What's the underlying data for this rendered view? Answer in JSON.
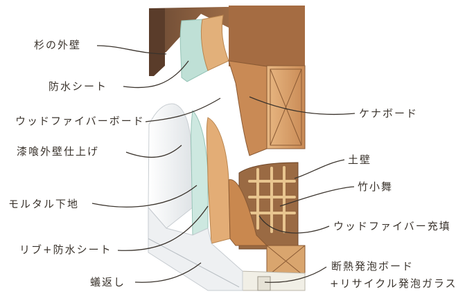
{
  "labels": {
    "cedar_exterior": "杉の外壁",
    "waterproof_sheet": "防水シート",
    "wood_fiber_board": "ウッドファイバーボード",
    "plaster_exterior": "漆喰外壁仕上げ",
    "mortar_base": "モルタル下地",
    "rib_waterproof": "リブ+防水シート",
    "water_drip": "蟻返し",
    "kena_board": "ケナボード",
    "earth_wall": "土壁",
    "bamboo_lath": "竹小舞",
    "wood_fiber_fill": "ウッドファイバー充填",
    "foam_board_line1": "断熱発泡ボード",
    "foam_board_line2": "+リサイクル発泡ガラス"
  },
  "colors": {
    "timber": "#c98a55",
    "timber_dark": "#7a4a2a",
    "fiber": "#d79c68",
    "sheet": "#bfe0d6",
    "plaster": "#e9ecef",
    "earth": "#8a5a34",
    "line": "#3a332c"
  }
}
